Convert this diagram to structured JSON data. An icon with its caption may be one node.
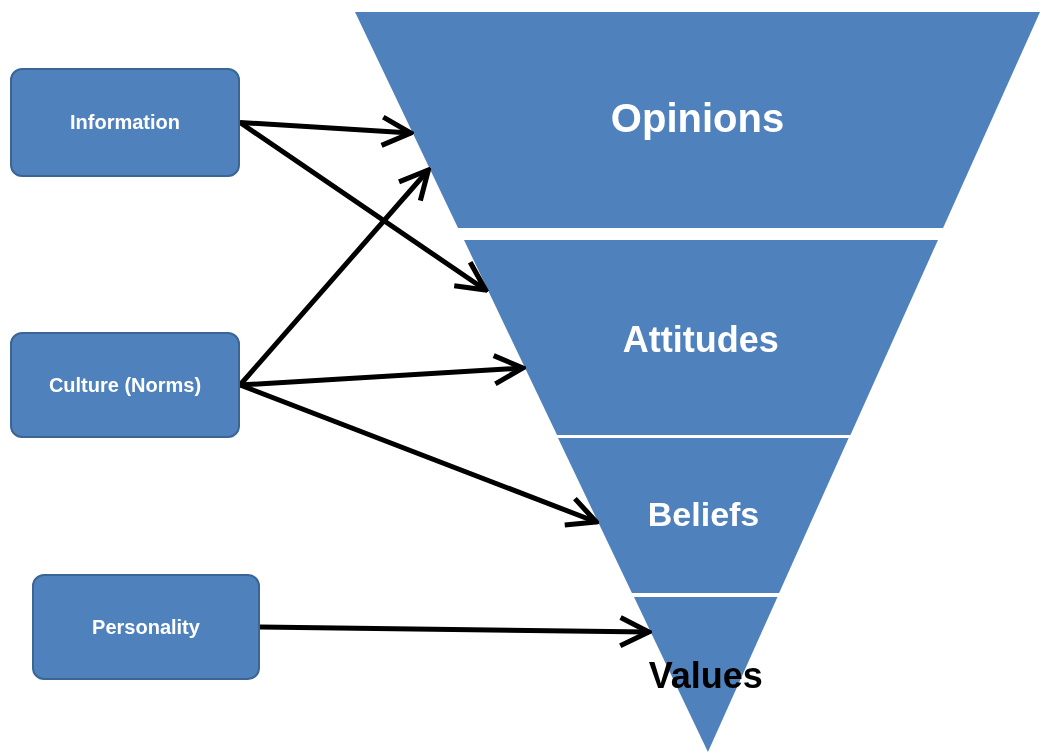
{
  "diagram": {
    "nodes": [
      {
        "text": [
          "Information"
        ]
      },
      {
        "text": [
          "Culture (Norms)"
        ]
      },
      {
        "text": [
          "Personality"
        ]
      },
      {
        "text": [
          "Opinions"
        ]
      },
      {
        "text": [
          "Attitudes"
        ]
      },
      {
        "text": [
          "Beliefs"
        ]
      },
      {
        "text": [
          "Values"
        ]
      }
    ],
    "edges": [
      {
        "from": 0,
        "to": 3,
        "arrow": "to"
      },
      {
        "from": 0,
        "to": 4,
        "arrow": "to"
      },
      {
        "from": 1,
        "to": 3,
        "arrow": "to"
      },
      {
        "from": 1,
        "to": 4,
        "arrow": "to"
      },
      {
        "from": 1,
        "to": 5,
        "arrow": "to"
      },
      {
        "from": 2,
        "to": 6,
        "arrow": "to"
      }
    ]
  }
}
